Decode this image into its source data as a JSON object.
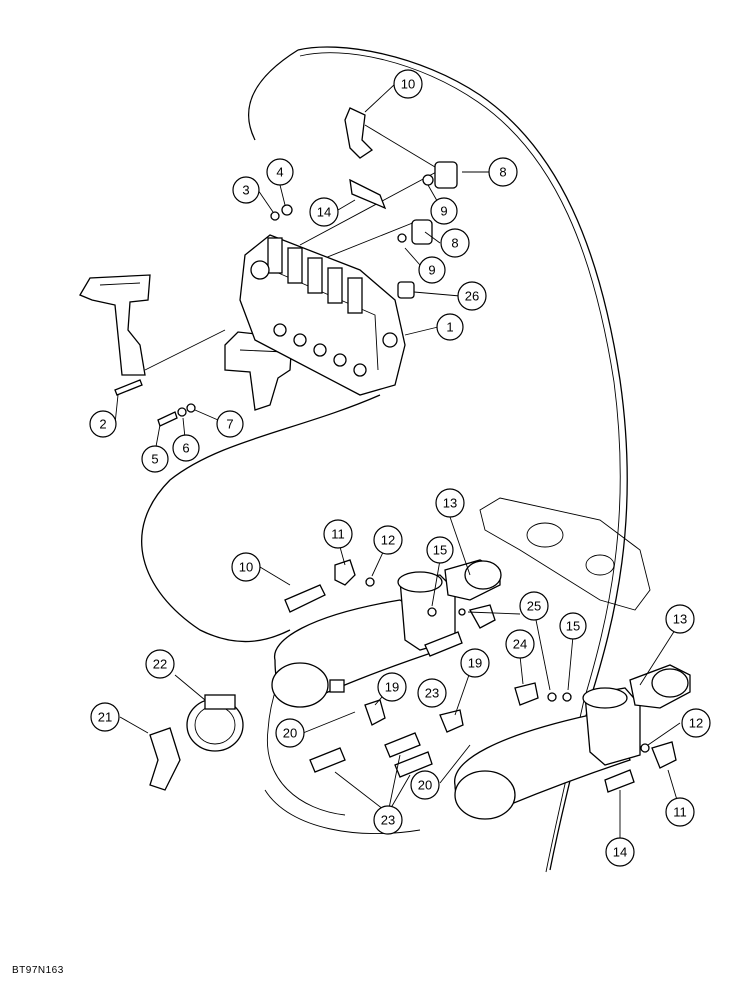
{
  "footer_code": "BT97N163",
  "callouts": [
    "10",
    "8",
    "4",
    "3",
    "14",
    "9",
    "8",
    "9",
    "26",
    "1",
    "2",
    "6",
    "7",
    "5",
    "13",
    "11",
    "12",
    "15",
    "10",
    "25",
    "13",
    "15",
    "24",
    "22",
    "19",
    "19",
    "21",
    "20",
    "12",
    "20",
    "23",
    "23",
    "11",
    "14"
  ],
  "colors": {
    "line": "#000000",
    "background": "#ffffff"
  }
}
